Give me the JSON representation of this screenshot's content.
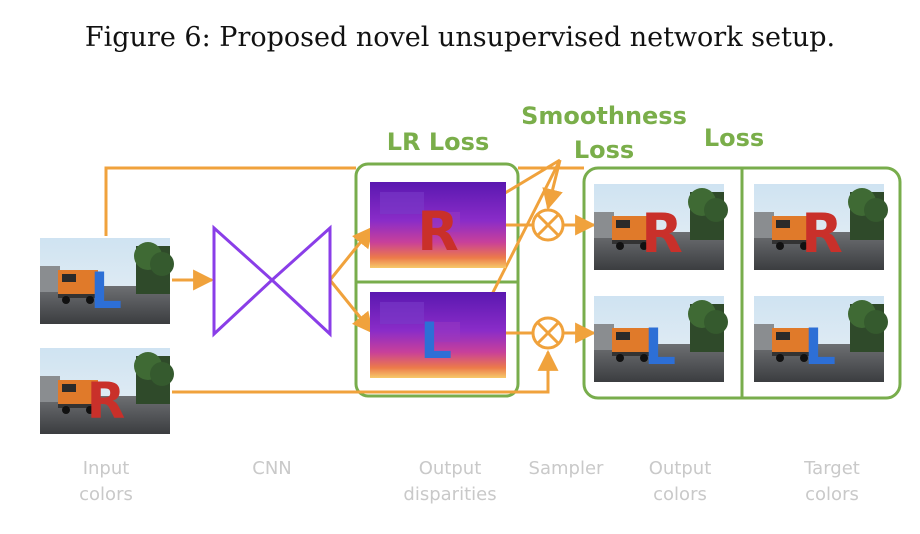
{
  "caption": "Figure 6: Proposed novel unsupervised network setup.",
  "labels": {
    "lr_loss": "LR Loss",
    "smoothness_1": "Smoothness",
    "smoothness_2": "Loss",
    "loss": "Loss"
  },
  "bottom_labels": {
    "input_1": "Input",
    "input_2": "colors",
    "cnn": "CNN",
    "output_disp_1": "Output",
    "output_disp_2": "disparities",
    "sampler": "Sampler",
    "output_colors_1": "Output",
    "output_colors_2": "colors",
    "target_1": "Target",
    "target_2": "colors"
  },
  "letters": {
    "left": "L",
    "right": "R"
  },
  "colors": {
    "arrow": "#f0a23c",
    "box": "#78ad4c",
    "cnn": "#8a3ee8",
    "label_green": "#7aae4a",
    "label_grey": "#c9c9c9",
    "letter_red": "#c9302a",
    "letter_blue": "#2d6fd6"
  }
}
